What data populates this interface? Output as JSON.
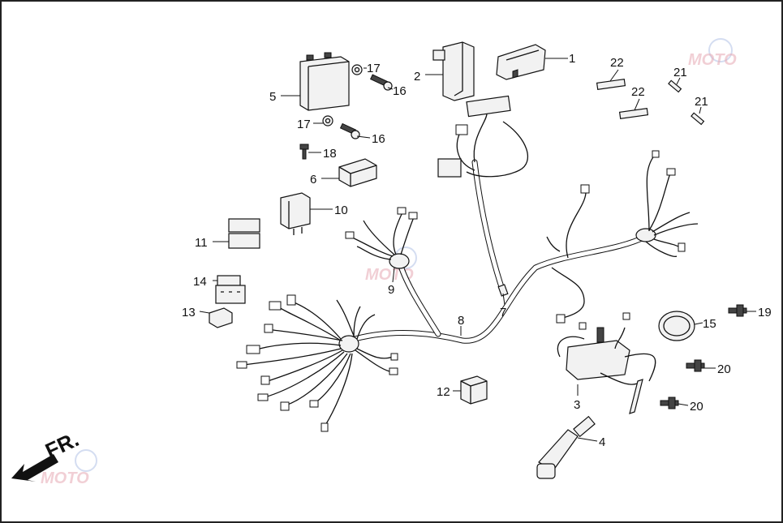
{
  "diagram": {
    "callouts": [
      {
        "id": "c1",
        "label": "1"
      },
      {
        "id": "c2",
        "label": "2"
      },
      {
        "id": "c3",
        "label": "3"
      },
      {
        "id": "c4",
        "label": "4"
      },
      {
        "id": "c5",
        "label": "5"
      },
      {
        "id": "c6",
        "label": "6"
      },
      {
        "id": "c7",
        "label": "7"
      },
      {
        "id": "c8",
        "label": "8"
      },
      {
        "id": "c9",
        "label": "9"
      },
      {
        "id": "c10",
        "label": "10"
      },
      {
        "id": "c11",
        "label": "11"
      },
      {
        "id": "c12",
        "label": "12"
      },
      {
        "id": "c13",
        "label": "13"
      },
      {
        "id": "c14",
        "label": "14"
      },
      {
        "id": "c15",
        "label": "15"
      },
      {
        "id": "c16a",
        "label": "16"
      },
      {
        "id": "c16b",
        "label": "16"
      },
      {
        "id": "c17a",
        "label": "17"
      },
      {
        "id": "c17b",
        "label": "17"
      },
      {
        "id": "c18",
        "label": "18"
      },
      {
        "id": "c19",
        "label": "19"
      },
      {
        "id": "c20a",
        "label": "20"
      },
      {
        "id": "c20b",
        "label": "20"
      },
      {
        "id": "c21a",
        "label": "21"
      },
      {
        "id": "c21b",
        "label": "21"
      },
      {
        "id": "c22a",
        "label": "22"
      },
      {
        "id": "c22b",
        "label": "22"
      }
    ],
    "direction_label": "FR.",
    "watermark": "MOTO"
  },
  "colors": {
    "line": "#111111",
    "background": "#ffffff",
    "watermark_red": "#e7a9b3",
    "watermark_blue": "#b8c7e8"
  }
}
